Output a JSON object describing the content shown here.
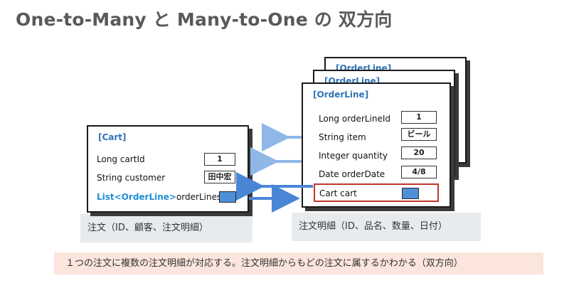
{
  "title": "One-to-Many と Many-to-One の 双方向",
  "cart": {
    "header": "[Cart]",
    "fields": [
      {
        "label": "Long cartId",
        "value": "1"
      },
      {
        "label": "String customer",
        "value": "田中宏"
      }
    ],
    "list_type": "List<OrderLine>",
    "list_name": "orderLines",
    "caption": "注文（ID、顧客、注文明細）"
  },
  "orderline": {
    "header": "[OrderLine]",
    "fields": [
      {
        "label": "Long orderLineId",
        "value": "1"
      },
      {
        "label": "String item",
        "value": "ビール"
      },
      {
        "label": "Integer quantity",
        "value": "20"
      },
      {
        "label": "Date  orderDate",
        "value": "4/8"
      }
    ],
    "cart_field": "Cart  cart",
    "caption": "注文明細（ID、品名、数量、日付）"
  },
  "note": "１つの注文に複数の注文明細が対応する。注文明細からもどの注文に属するかわかる（双方向）",
  "colors": {
    "arrow_dark": "#4a86d6",
    "arrow_light": "#8fb8e8",
    "header_blue": "#2e75b6",
    "highlight_red": "#c0392b"
  }
}
